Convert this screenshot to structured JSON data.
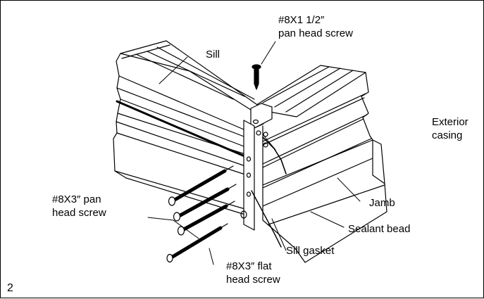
{
  "figure": {
    "number": "2",
    "labels": {
      "top_screw": "#8X1 1/2″\npan head screw",
      "sill": "Sill",
      "exterior_casing": "Exterior\ncasing",
      "pan_screw": "#8X3″ pan\nhead screw",
      "jamb": "Jamb",
      "sealant_bead": "Sealant bead",
      "sill_gasket": "Sill gasket",
      "flat_screw": "#8X3″ flat\nhead screw"
    }
  }
}
